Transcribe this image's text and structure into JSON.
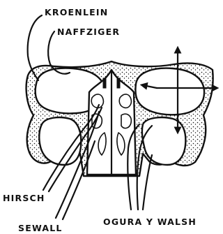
{
  "figure": {
    "labels": {
      "kroenlein": "KROENLEIN",
      "naffziger": "NAFFZIGER",
      "hirsch": "HIRSCH",
      "sewall": "SEWALL",
      "ogura_walsh": "OGURA Y WALSH"
    },
    "icons": [
      "four-way-arrows-icon"
    ]
  }
}
